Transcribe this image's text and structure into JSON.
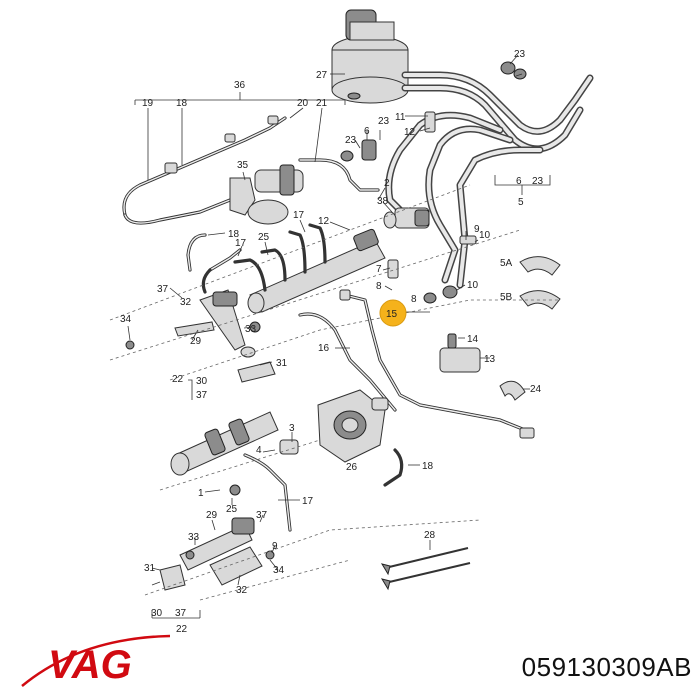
{
  "brand": {
    "logo_text": "VAG",
    "logo_color": "#d10a11"
  },
  "part_number": "059130309AB",
  "highlight": {
    "callout": "15",
    "color": "#f5b21b"
  },
  "callouts": [
    "1",
    "2",
    "3",
    "4",
    "5A",
    "5B",
    "6",
    "7",
    "8",
    "9",
    "10",
    "11",
    "12",
    "13",
    "14",
    "15",
    "16",
    "17",
    "18",
    "19",
    "20",
    "21",
    "22",
    "23",
    "24",
    "25",
    "26",
    "27",
    "28",
    "29",
    "30",
    "31",
    "32",
    "33",
    "34",
    "35",
    "36",
    "37",
    "38"
  ],
  "labels": {
    "c36": "36",
    "c19": "19",
    "c18a": "18",
    "c20": "20",
    "c21": "21",
    "c27": "27",
    "c23a": "23",
    "c23b": "23",
    "c23c": "23",
    "c11": "11",
    "c12a": "12",
    "c6a": "6",
    "c6b": "6",
    "c5": "5",
    "c35": "35",
    "c18b": "18",
    "c17a": "17",
    "c25a": "25",
    "c2": "2",
    "c38": "38",
    "c12b": "12",
    "c9a": "9",
    "c10a": "10",
    "c5a": "5A",
    "c5b": "5B",
    "c7": "7",
    "c8": "8",
    "c10b": "10",
    "c37a": "37",
    "c32a": "32",
    "c33a": "33",
    "c34a": "34",
    "c29a": "29",
    "c22a": "22",
    "c30a": "30",
    "c37b": "37",
    "c31a": "31",
    "c15": "15",
    "c16": "16",
    "c14": "14",
    "c13": "13",
    "c24": "24",
    "c3": "3",
    "c4": "4",
    "c26": "26",
    "c18c": "18",
    "c1": "1",
    "c25b": "25",
    "c17b": "17",
    "c29b": "29",
    "c33b": "33",
    "c37c": "37",
    "c28": "28",
    "c31b": "31",
    "c9b": "9",
    "c34b": "34",
    "c32b": "32",
    "c30b": "30",
    "c37d": "37",
    "c22b": "22"
  }
}
